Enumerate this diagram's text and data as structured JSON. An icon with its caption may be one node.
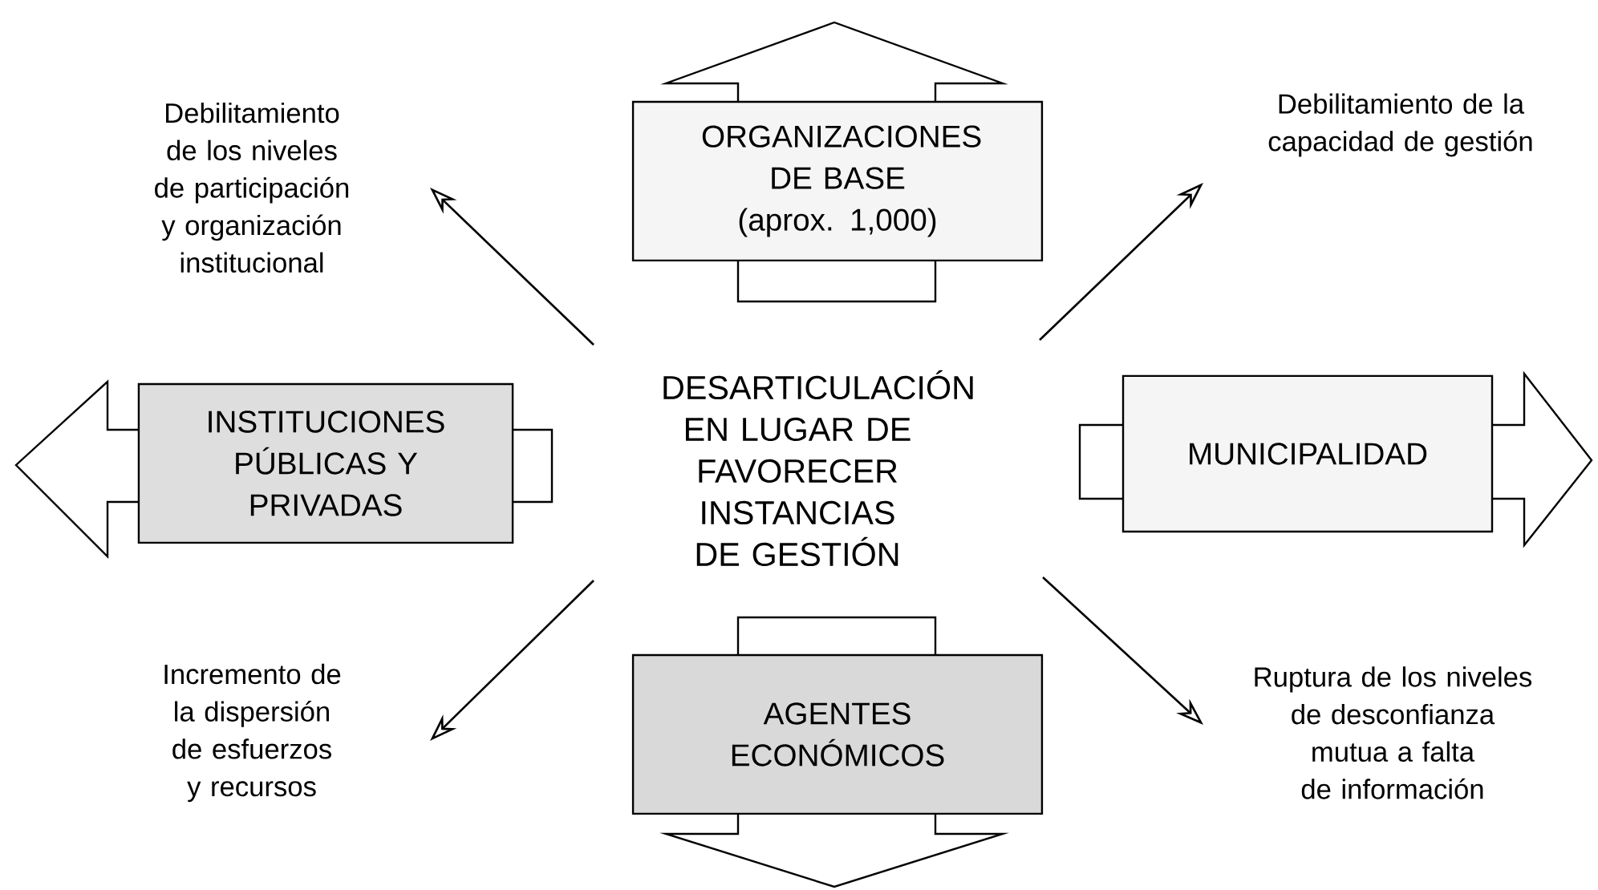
{
  "diagram": {
    "nodes": [
      {
        "text": [
          "DESARTICULACIÓN EN LUGAR DE FAVORECER INSTANCIAS DE GESTIÓN"
        ]
      },
      {
        "text": [
          "ORGANIZACIONES DE BASE",
          "(aprox. 1,000)"
        ]
      },
      {
        "text": [
          "INSTITUCIONES PÚBLICAS Y PRIVADAS"
        ]
      },
      {
        "text": [
          "MUNICIPALIDAD"
        ]
      },
      {
        "text": [
          "AGENTES ECONÓMICOS"
        ]
      },
      {
        "text": [
          "Debilitamiento de los niveles de participación y organización institucional"
        ]
      },
      {
        "text": [
          "Debilitamiento de la capacidad de gestión"
        ]
      },
      {
        "text": [
          "Incremento de la dispersión de esfuerzos y recursos"
        ]
      },
      {
        "text": [
          "Ruptura de los niveles de desconfianza mutua a falta de información"
        ]
      }
    ],
    "edges": [
      {
        "from": 0,
        "to": 5,
        "arrow": "to"
      },
      {
        "from": 0,
        "to": 6,
        "arrow": "to"
      },
      {
        "from": 0,
        "to": 7,
        "arrow": "to"
      },
      {
        "from": 0,
        "to": 8,
        "arrow": "to"
      }
    ]
  }
}
